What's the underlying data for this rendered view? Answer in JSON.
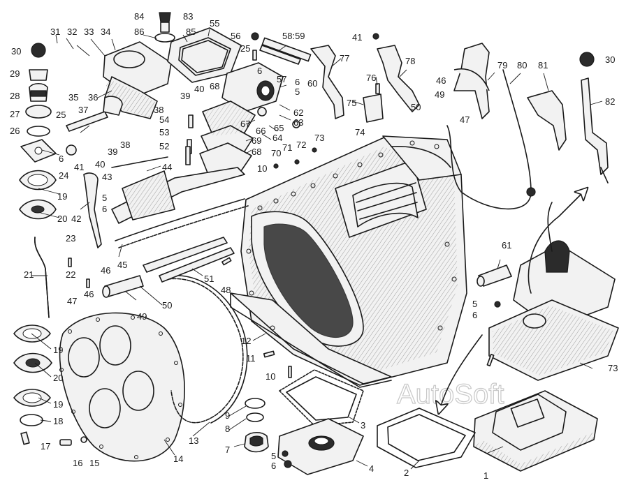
{
  "watermark": "AutoSoft",
  "callouts": [
    {
      "id": "c1",
      "text": "1"
    },
    {
      "id": "c2",
      "text": "2"
    },
    {
      "id": "c3",
      "text": "3"
    },
    {
      "id": "c4",
      "text": "4"
    },
    {
      "id": "c5a",
      "text": "5"
    },
    {
      "id": "c5b",
      "text": "5"
    },
    {
      "id": "c5c",
      "text": "5"
    },
    {
      "id": "c5d",
      "text": "5"
    },
    {
      "id": "c6a",
      "text": "6"
    },
    {
      "id": "c6b",
      "text": "6"
    },
    {
      "id": "c6c",
      "text": "6"
    },
    {
      "id": "c6d",
      "text": "6"
    },
    {
      "id": "c6e",
      "text": "6"
    },
    {
      "id": "c6f",
      "text": "6"
    },
    {
      "id": "c7",
      "text": "7"
    },
    {
      "id": "c8",
      "text": "8"
    },
    {
      "id": "c9",
      "text": "9"
    },
    {
      "id": "c10a",
      "text": "10"
    },
    {
      "id": "c10b",
      "text": "10"
    },
    {
      "id": "c11",
      "text": "11"
    },
    {
      "id": "c12",
      "text": "12"
    },
    {
      "id": "c13",
      "text": "13"
    },
    {
      "id": "c14",
      "text": "14"
    },
    {
      "id": "c15",
      "text": "15"
    },
    {
      "id": "c16",
      "text": "16"
    },
    {
      "id": "c17",
      "text": "17"
    },
    {
      "id": "c18",
      "text": "18"
    },
    {
      "id": "c19a",
      "text": "19"
    },
    {
      "id": "c19b",
      "text": "19"
    },
    {
      "id": "c19c",
      "text": "19"
    },
    {
      "id": "c20a",
      "text": "20"
    },
    {
      "id": "c20b",
      "text": "20"
    },
    {
      "id": "c21",
      "text": "21"
    },
    {
      "id": "c22",
      "text": "22"
    },
    {
      "id": "c23",
      "text": "23"
    },
    {
      "id": "c24",
      "text": "24"
    },
    {
      "id": "c25a",
      "text": "25"
    },
    {
      "id": "c25b",
      "text": "25"
    },
    {
      "id": "c26",
      "text": "26"
    },
    {
      "id": "c27",
      "text": "27"
    },
    {
      "id": "c28",
      "text": "28"
    },
    {
      "id": "c29",
      "text": "29"
    },
    {
      "id": "c30a",
      "text": "30"
    },
    {
      "id": "c30b",
      "text": "30"
    },
    {
      "id": "c31",
      "text": "31"
    },
    {
      "id": "c32",
      "text": "32"
    },
    {
      "id": "c33",
      "text": "33"
    },
    {
      "id": "c34",
      "text": "34"
    },
    {
      "id": "c35",
      "text": "35"
    },
    {
      "id": "c36",
      "text": "36"
    },
    {
      "id": "c37",
      "text": "37"
    },
    {
      "id": "c38a",
      "text": "38"
    },
    {
      "id": "c38b",
      "text": "38"
    },
    {
      "id": "c39a",
      "text": "39"
    },
    {
      "id": "c39b",
      "text": "39"
    },
    {
      "id": "c40a",
      "text": "40"
    },
    {
      "id": "c40b",
      "text": "40"
    },
    {
      "id": "c41a",
      "text": "41"
    },
    {
      "id": "c41b",
      "text": "41"
    },
    {
      "id": "c42",
      "text": "42"
    },
    {
      "id": "c43",
      "text": "43"
    },
    {
      "id": "c44",
      "text": "44"
    },
    {
      "id": "c45",
      "text": "45"
    },
    {
      "id": "c46a",
      "text": "46"
    },
    {
      "id": "c46b",
      "text": "46"
    },
    {
      "id": "c46c",
      "text": "46"
    },
    {
      "id": "c47a",
      "text": "47"
    },
    {
      "id": "c47b",
      "text": "47"
    },
    {
      "id": "c48",
      "text": "48"
    },
    {
      "id": "c49a",
      "text": "49"
    },
    {
      "id": "c49b",
      "text": "49"
    },
    {
      "id": "c50a",
      "text": "50"
    },
    {
      "id": "c50b",
      "text": "50"
    },
    {
      "id": "c51",
      "text": "51"
    },
    {
      "id": "c52",
      "text": "52"
    },
    {
      "id": "c53",
      "text": "53"
    },
    {
      "id": "c54",
      "text": "54"
    },
    {
      "id": "c55",
      "text": "55"
    },
    {
      "id": "c56",
      "text": "56"
    },
    {
      "id": "c57",
      "text": "57"
    },
    {
      "id": "c5859",
      "text": "58:59"
    },
    {
      "id": "c60",
      "text": "60"
    },
    {
      "id": "c61",
      "text": "61"
    },
    {
      "id": "c62",
      "text": "62"
    },
    {
      "id": "c63",
      "text": "63"
    },
    {
      "id": "c64",
      "text": "64"
    },
    {
      "id": "c65",
      "text": "65"
    },
    {
      "id": "c66",
      "text": "66"
    },
    {
      "id": "c67",
      "text": "67"
    },
    {
      "id": "c68a",
      "text": "68"
    },
    {
      "id": "c68b",
      "text": "68"
    },
    {
      "id": "c69",
      "text": "69"
    },
    {
      "id": "c70",
      "text": "70"
    },
    {
      "id": "c71",
      "text": "71"
    },
    {
      "id": "c72",
      "text": "72"
    },
    {
      "id": "c73a",
      "text": "73"
    },
    {
      "id": "c73b",
      "text": "73"
    },
    {
      "id": "c74",
      "text": "74"
    },
    {
      "id": "c75",
      "text": "75"
    },
    {
      "id": "c76",
      "text": "76"
    },
    {
      "id": "c77",
      "text": "77"
    },
    {
      "id": "c78",
      "text": "78"
    },
    {
      "id": "c79",
      "text": "79"
    },
    {
      "id": "c80",
      "text": "80"
    },
    {
      "id": "c81",
      "text": "81"
    },
    {
      "id": "c82",
      "text": "82"
    },
    {
      "id": "c83",
      "text": "83"
    },
    {
      "id": "c84",
      "text": "84"
    },
    {
      "id": "c85",
      "text": "85"
    },
    {
      "id": "c86",
      "text": "86"
    }
  ]
}
